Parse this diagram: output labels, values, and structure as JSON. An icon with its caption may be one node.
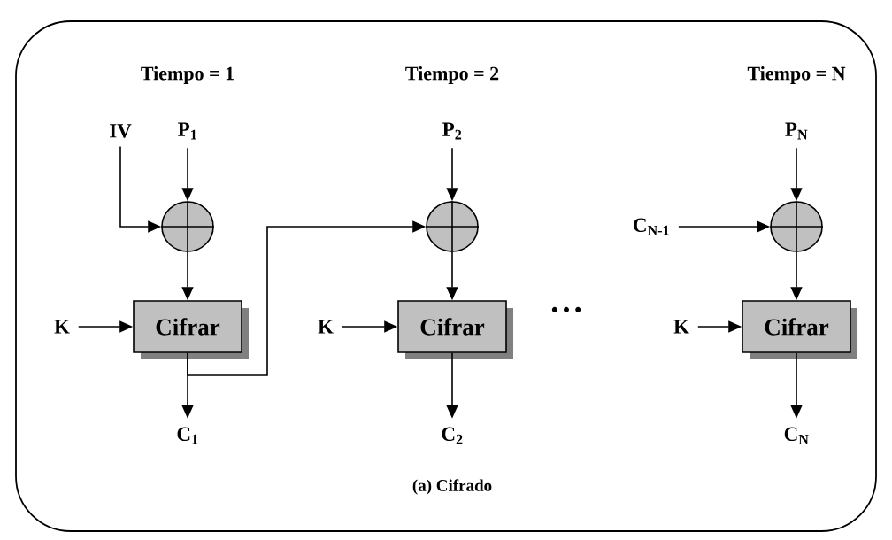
{
  "diagram": {
    "caption": "(a) Cifrado",
    "nodes": [
      {
        "text": [
          "IV"
        ]
      },
      {
        "text": [
          "P$_{1}$"
        ]
      },
      {
        "text": [],
        "shape": "circle"
      },
      {
        "text": [
          "K"
        ]
      },
      {
        "text": [
          "Cifrar"
        ]
      },
      {
        "text": [
          "C$_{1}$"
        ]
      },
      {
        "text": [
          "P$_{2}$"
        ]
      },
      {
        "text": [],
        "shape": "circle"
      },
      {
        "text": [
          "K"
        ]
      },
      {
        "text": [
          "Cifrar"
        ]
      },
      {
        "text": [
          "C$_{2}$"
        ]
      },
      {
        "text": [
          "P$_{N}$"
        ]
      },
      {
        "text": [
          "C$_{N-1}$"
        ]
      },
      {
        "text": [],
        "shape": "circle"
      },
      {
        "text": [
          "K"
        ]
      },
      {
        "text": [
          "Cifrar"
        ]
      },
      {
        "text": [
          "C$_{N}$"
        ]
      }
    ],
    "edges": [
      {
        "from": 0,
        "to": 2,
        "arrow": "to"
      },
      {
        "from": 1,
        "to": 2,
        "arrow": "to"
      },
      {
        "from": 2,
        "to": 4,
        "arrow": "to"
      },
      {
        "from": 3,
        "to": 4,
        "arrow": "to"
      },
      {
        "from": 4,
        "to": 5,
        "arrow": "to"
      },
      {
        "from": 4,
        "to": 7,
        "arrow": "to"
      },
      {
        "from": 6,
        "to": 7,
        "arrow": "to"
      },
      {
        "from": 7,
        "to": 9,
        "arrow": "to"
      },
      {
        "from": 8,
        "to": 9,
        "arrow": "to"
      },
      {
        "from": 9,
        "to": 10,
        "arrow": "to"
      },
      {
        "from": 11,
        "to": 13,
        "arrow": "to"
      },
      {
        "from": 12,
        "to": 13,
        "arrow": "to"
      },
      {
        "from": 13,
        "to": 15,
        "arrow": "to"
      },
      {
        "from": 14,
        "to": 15,
        "arrow": "to"
      },
      {
        "from": 15,
        "to": 16,
        "arrow": "to"
      }
    ],
    "labels": [
      "Tiempo = 1",
      "Tiempo = 2",
      "Tiempo = N",
      "• • •"
    ]
  }
}
